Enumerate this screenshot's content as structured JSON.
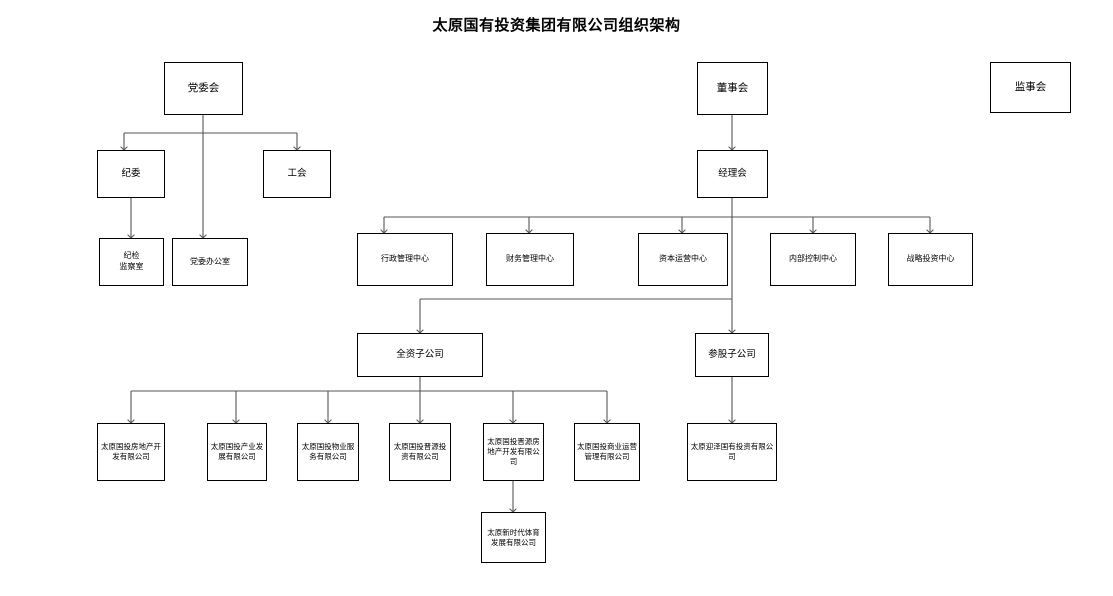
{
  "page": {
    "title": "太原国有投资集团有限公司组织架构",
    "background": "#ffffff",
    "line_color": "#555555",
    "border_color": "#000000"
  },
  "nodes": {
    "party_committee": {
      "label": "党委会"
    },
    "board_of_directors": {
      "label": "董事会"
    },
    "board_of_supervisors": {
      "label": "监事会"
    },
    "discipline_committee": {
      "label": "纪委"
    },
    "labor_union": {
      "label": "工会"
    },
    "manager_meeting": {
      "label": "经理会"
    },
    "discipline_inspection_office": {
      "label": "纪检\n监察室"
    },
    "party_office": {
      "label": "党委办公室"
    },
    "admin_center": {
      "label": "行政管理中心"
    },
    "finance_center": {
      "label": "财务管理中心"
    },
    "capital_operation_center": {
      "label": "资本运营中心"
    },
    "internal_control_center": {
      "label": "内部控制中心"
    },
    "strategic_investment_center": {
      "label": "战略投资中心"
    },
    "wholly_owned": {
      "label": "全资子公司"
    },
    "equity_participation": {
      "label": "参股子公司"
    },
    "sub_real_estate": {
      "label": "太原国投房地产开发有限公司"
    },
    "sub_industry_dev": {
      "label": "太原国投产业发展有限公司"
    },
    "sub_property_service": {
      "label": "太原国投物业服务有限公司"
    },
    "sub_jinyuan_invest": {
      "label": "太原国投晋源投资有限公司"
    },
    "sub_jinyuan_realestate": {
      "label": "太原国投晋源房地产开发有限公司"
    },
    "sub_commercial_ops": {
      "label": "太原国投商业运营管理有限公司"
    },
    "sub_yingze_state_invest": {
      "label": "太原迎泽国有投资有限公司"
    },
    "sub_new_era_sports": {
      "label": "太原新时代体育发展有限公司"
    }
  }
}
